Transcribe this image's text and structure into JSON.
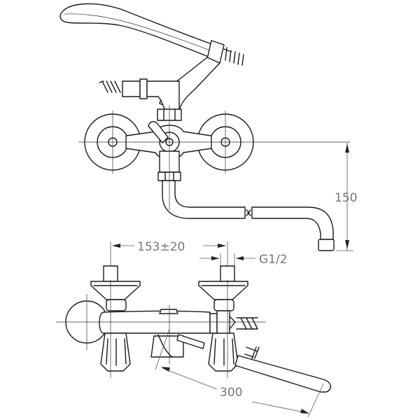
{
  "drawing": {
    "subject": "Wall-mounted bath mixer with hand shower — technical drawing",
    "views": [
      "top view",
      "front view"
    ],
    "line_color": "#1a1a1a",
    "dimension_color": "#777777"
  },
  "dimensions": {
    "spout_height": "150",
    "inlet_spacing": "153±20",
    "thread": "G1/2",
    "spout_length": "300"
  }
}
